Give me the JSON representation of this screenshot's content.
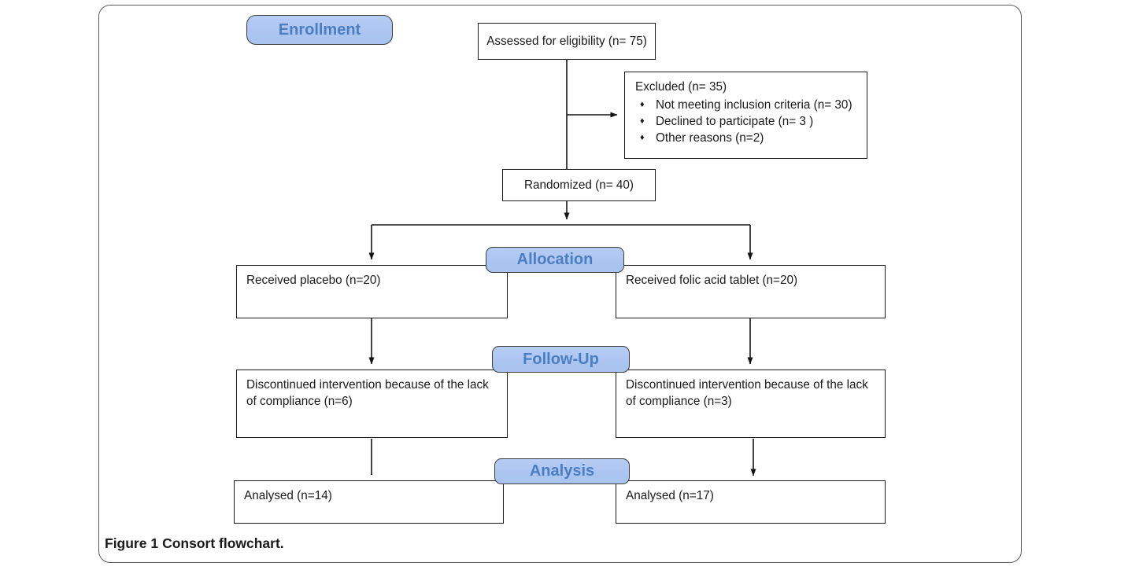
{
  "figure": {
    "caption": {
      "label": "Figure 1",
      "text": "Consort flowchart."
    }
  },
  "stages": {
    "enrollment": "Enrollment",
    "allocation": "Allocation",
    "follow_up": "Follow-Up",
    "analysis": "Analysis"
  },
  "nodes": {
    "assessed": "Assessed for eligibility (n= 75)",
    "excluded": {
      "title": "Excluded (n= 35)",
      "items": [
        "Not meeting inclusion criteria (n= 30)",
        "Declined to participate (n= 3 )",
        "Other reasons (n=2)"
      ]
    },
    "randomized": "Randomized (n= 40)",
    "allocation_left": "Received placebo (n=20)",
    "allocation_right": "Received folic acid tablet (n=20)",
    "followup_left": "Discontinued intervention because of the lack of compliance (n=6)",
    "followup_right": "Discontinued intervention because of the lack of compliance (n=3)",
    "analysis_left": "Analysed (n=14)",
    "analysis_right": "Analysed (n=17)"
  },
  "icons": {
    "diamond_bullet": "♦"
  },
  "colors": {
    "stage-fill": "#aac4f0",
    "stage-fill-top": "#b6ccf4",
    "stage-border": "#3c3c3c",
    "stage-text": "#4b7ec0",
    "box-border": "#1c1c1c",
    "line": "#141414",
    "frame-border": "#5c5c5c",
    "text": "#1a1a1a"
  }
}
